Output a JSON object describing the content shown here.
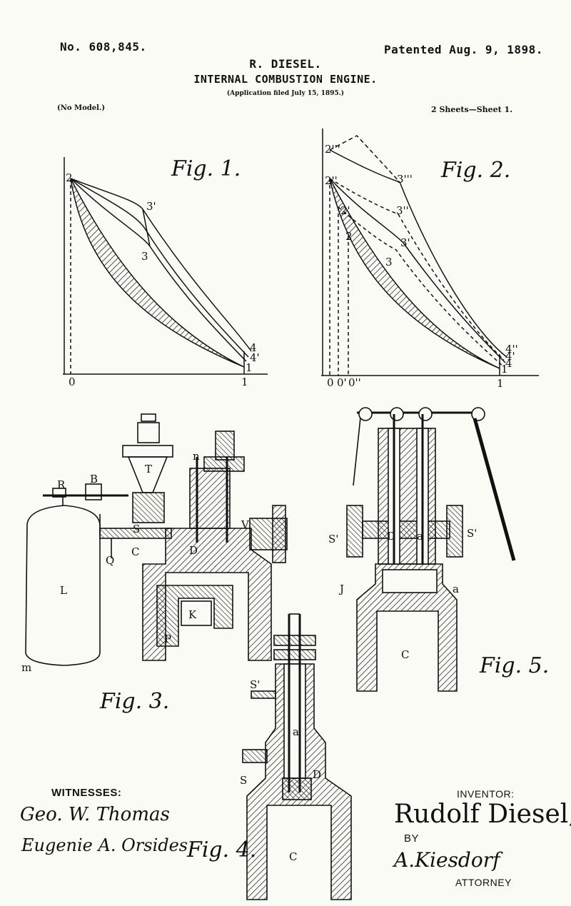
{
  "header": {
    "patent_number": "No. 608,845.",
    "patented_date": "Patented Aug. 9, 1898.",
    "inventor_name": "R. DIESEL.",
    "title": "INTERNAL COMBUSTION ENGINE.",
    "application": "(Application filed July 15, 1895.)",
    "model": "(No Model.)",
    "sheets": "2 Sheets—Sheet 1."
  },
  "figures": {
    "fig1": {
      "caption": "Fig. 1.",
      "point_labels": [
        "2",
        "3",
        "3'",
        "1",
        "4",
        "4'"
      ],
      "axis_labels": [
        "0",
        "1"
      ]
    },
    "fig2": {
      "caption": "Fig. 2.",
      "point_labels": [
        "2'''",
        "3'''",
        "2''",
        "2'",
        "3''",
        "3'",
        "3",
        "2",
        "4''",
        "4'",
        "4",
        "1"
      ],
      "axis_labels": [
        "0",
        "0'",
        "0''",
        "1"
      ]
    },
    "fig3": {
      "caption": "Fig. 3.",
      "part_labels": [
        "L",
        "R",
        "B",
        "Q",
        "S",
        "C",
        "T",
        "n",
        "D",
        "K",
        "P",
        "V",
        "m"
      ]
    },
    "fig4": {
      "caption": "Fig. 4.",
      "part_labels": [
        "S'",
        "S",
        "a",
        "D",
        "C"
      ]
    },
    "fig5": {
      "caption": "Fig. 5.",
      "part_labels": [
        "S'",
        "S'",
        "D",
        "a",
        "J",
        "a",
        "C"
      ]
    }
  },
  "signatures": {
    "witnesses_label": "WITNESSES:",
    "witness_1": "Geo. W. Thomas",
    "witness_2": "Eugenie A. Orsides",
    "inventor_label": "INVENTOR:",
    "inventor_signature": "Rudolf Diesel,",
    "by_label": "BY",
    "attorney_signature": "A.Kiesdorf",
    "attorney_label": "ATTORNEY"
  }
}
